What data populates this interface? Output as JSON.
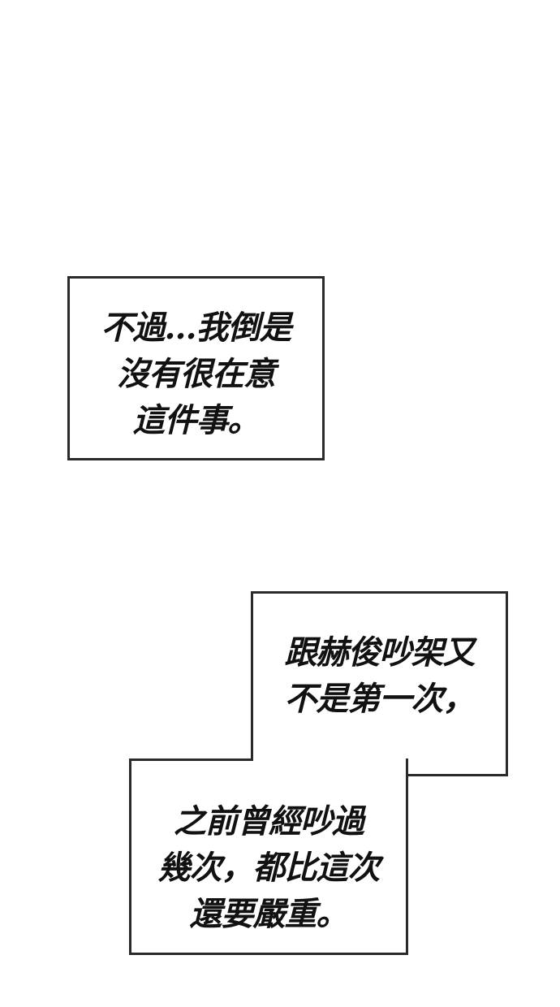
{
  "panel": {
    "caption1": {
      "lines": [
        "不過…我倒是",
        "沒有很在意",
        "這件事。"
      ]
    },
    "caption2": {
      "upper_lines": [
        "跟赫俊吵架又",
        "不是第一次，"
      ],
      "lower_lines": [
        "之前曾經吵過",
        "幾次，都比這次",
        "還要嚴重。"
      ]
    }
  }
}
